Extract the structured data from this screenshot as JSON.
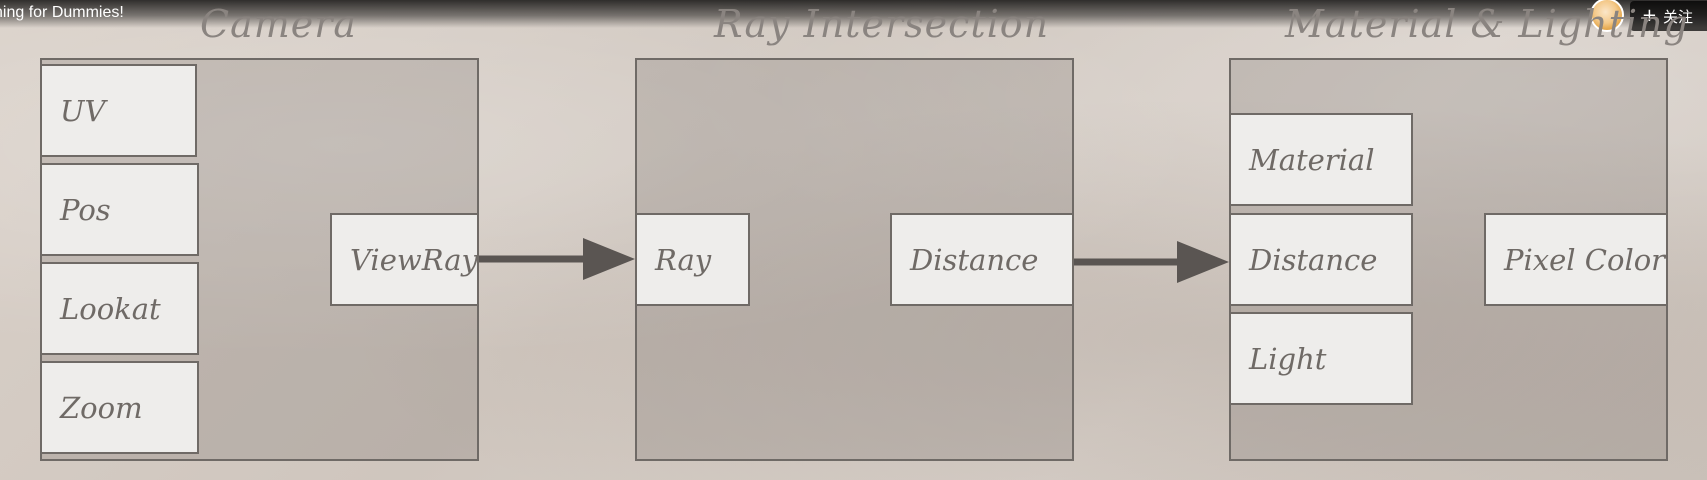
{
  "video": {
    "title": "ning for Dummies!",
    "follow_label": "关注",
    "follow_icon": "plus-icon"
  },
  "diagram": {
    "line_color": "#6f6a66",
    "node_fill": "#eeedeb",
    "sections": {
      "camera": {
        "title": "Camera",
        "inputs": [
          "UV",
          "Pos",
          "Lookat",
          "Zoom"
        ],
        "output": "ViewRay"
      },
      "ray_intersection": {
        "title": "Ray Intersection",
        "input": "Ray",
        "output": "Distance"
      },
      "material_lighting": {
        "title": "Material & Lighting",
        "inputs": [
          "Material",
          "Distance",
          "Light"
        ],
        "output": "Pixel Color"
      }
    }
  }
}
